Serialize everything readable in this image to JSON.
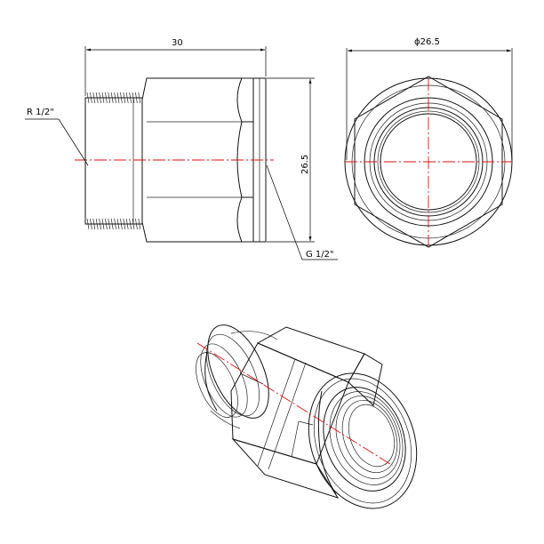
{
  "drawing": {
    "labels": {
      "length_dim": "30",
      "diameter_dim": "ϕ26.5",
      "height_dim": "26.5",
      "male_thread": "R 1/2\"",
      "female_thread": "G 1/2\""
    },
    "colors": {
      "line": "#000000",
      "centerline": "#e01010",
      "background": "#ffffff"
    }
  }
}
